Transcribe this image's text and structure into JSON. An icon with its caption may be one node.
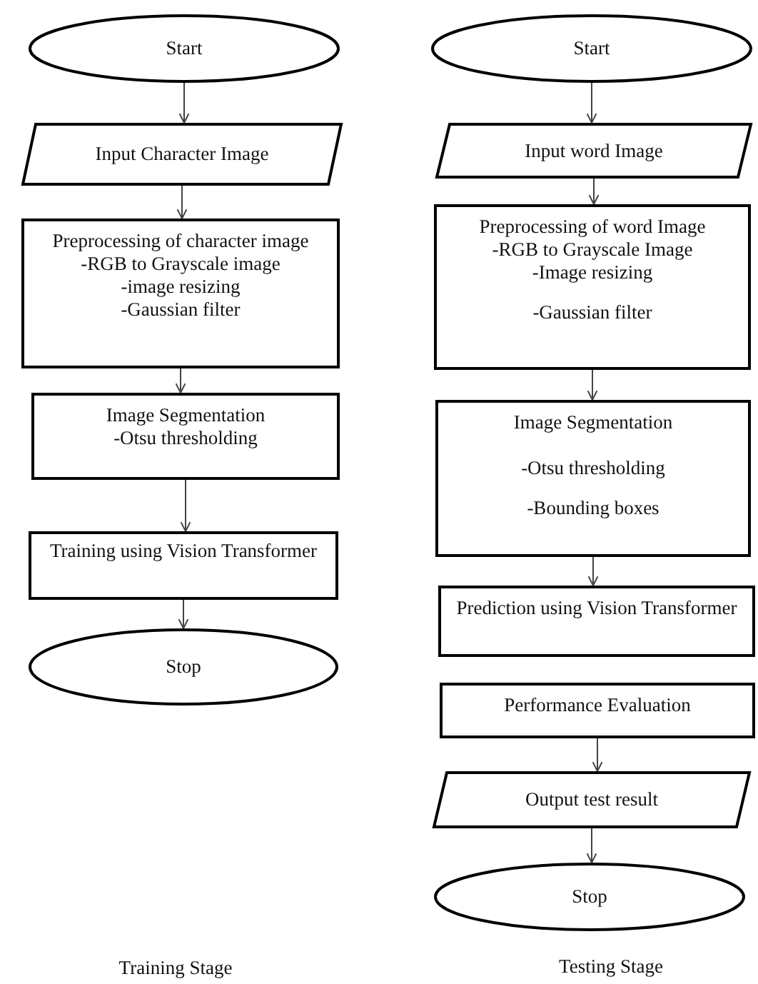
{
  "diagram": {
    "nodes": [
      {
        "text": [
          "Start"
        ]
      },
      {
        "text": [
          "Input Character Image"
        ]
      },
      {
        "text": [
          "Preprocessing of character image",
          "-RGB to Grayscale image",
          "-image resizing",
          "-Gaussian filter"
        ]
      },
      {
        "text": [
          "Image Segmentation",
          "-Otsu thresholding"
        ]
      },
      {
        "text": [
          "Training using Vision Transformer"
        ]
      },
      {
        "text": [
          "Stop"
        ]
      },
      {
        "text": [
          "Start"
        ]
      },
      {
        "text": [
          "Input word Image"
        ]
      },
      {
        "text": [
          "Preprocessing of word Image",
          "-RGB to Grayscale Image",
          "-Image resizing",
          "-Gaussian filter"
        ]
      },
      {
        "text": [
          "Image Segmentation",
          "-Otsu thresholding",
          "-Bounding boxes"
        ]
      },
      {
        "text": [
          "Prediction using Vision Transformer"
        ]
      },
      {
        "text": [
          "Performance Evaluation"
        ]
      },
      {
        "text": [
          "Output test result"
        ]
      },
      {
        "text": [
          "Stop"
        ]
      }
    ],
    "edges": [
      {
        "from": 0,
        "to": 1,
        "arrow": "to"
      },
      {
        "from": 1,
        "to": 2,
        "arrow": "to"
      },
      {
        "from": 2,
        "to": 3,
        "arrow": "to"
      },
      {
        "from": 3,
        "to": 4,
        "arrow": "to"
      },
      {
        "from": 4,
        "to": 5,
        "arrow": "to"
      },
      {
        "from": 6,
        "to": 7,
        "arrow": "to"
      },
      {
        "from": 7,
        "to": 8,
        "arrow": "to"
      },
      {
        "from": 8,
        "to": 9,
        "arrow": "to"
      },
      {
        "from": 9,
        "to": 10,
        "arrow": "to"
      },
      {
        "from": 11,
        "to": 12,
        "arrow": "to"
      },
      {
        "from": 12,
        "to": 13,
        "arrow": "to"
      }
    ],
    "labels": [
      "Training Stage",
      "Testing Stage"
    ]
  }
}
